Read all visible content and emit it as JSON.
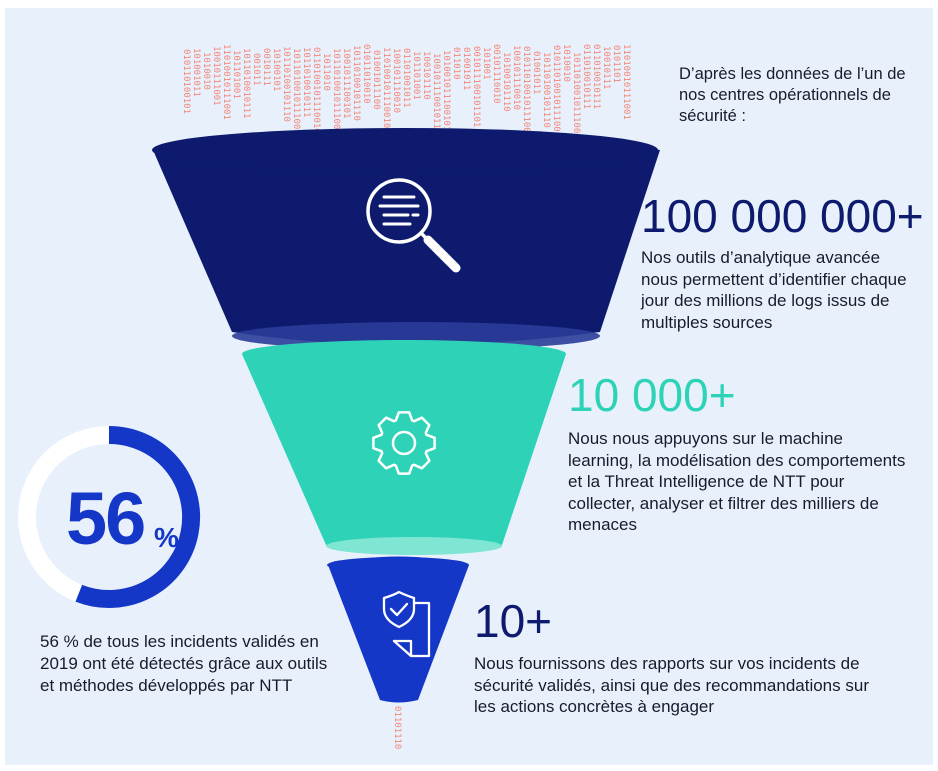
{
  "intro_text": "D’après les données de l’un de nos centres opérationnels de sécurité :",
  "stages": [
    {
      "number": "100 000 000+",
      "description": "Nos outils d’analytique avancée nous permettent d’identifier chaque jour des millions de logs issus de multiples sources",
      "icon": "magnifier-list-icon",
      "color": "#0d1a6e"
    },
    {
      "number": "10 000+",
      "description": "Nous nous appuyons sur le machine learning, la modélisation des comportements et la Threat Intelligence de NTT pour collecter, analyser et filtrer des milliers de menaces",
      "icon": "gear-icon",
      "color": "#2ed3b7"
    },
    {
      "number": "10+",
      "description": "Nous fournissons des rapports sur vos incidents de sécurité validés, ainsi que des recommandations sur les actions concrètes à engager",
      "icon": "shield-document-icon",
      "color": "#1437c8"
    }
  ],
  "stat": {
    "value": "56",
    "unit": "%",
    "fraction": 0.56,
    "description": "56 % de tous les incidents validés en 2019 ont été détectés grâce aux outils et méthodes développés par NTT",
    "ring_color": "#1437c8",
    "track_color": "#ffffff"
  },
  "binary_color": "#f4857a"
}
